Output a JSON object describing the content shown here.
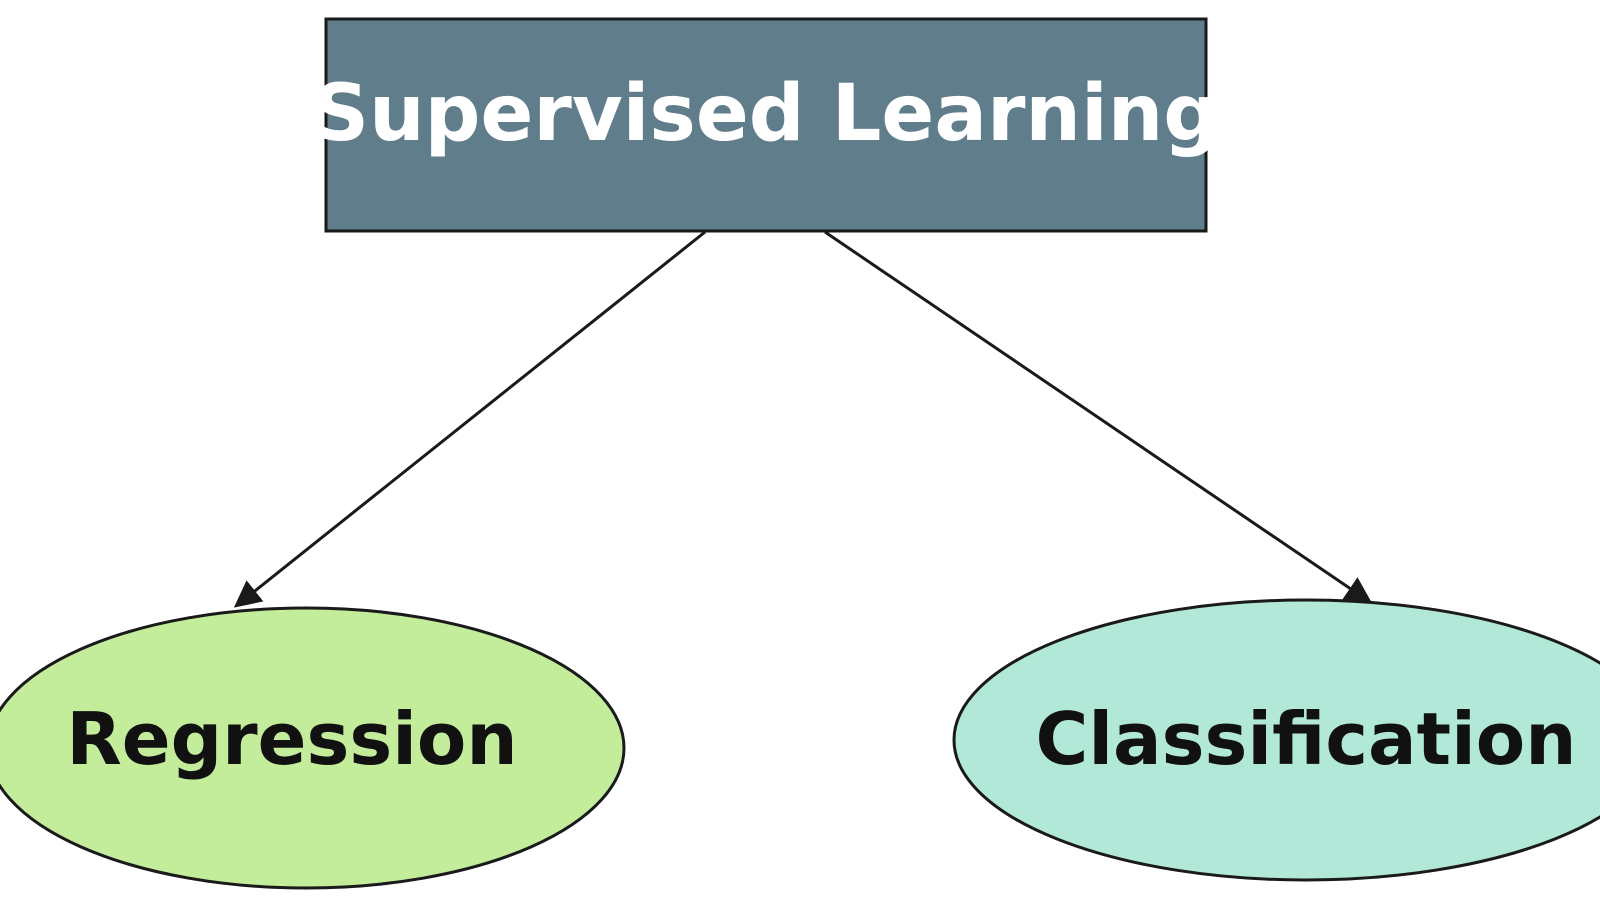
{
  "nodes": {
    "root": {
      "label": "Supervised Learning",
      "fill": "#607d8b",
      "text_color": "#ffffff"
    },
    "left": {
      "label": "Regression",
      "fill": "#c3ec9b",
      "text_color": "#111111"
    },
    "right": {
      "label": "Classification",
      "fill": "#b2e8d8",
      "text_color": "#111111"
    }
  },
  "edges": [
    {
      "from": "root",
      "to": "left"
    },
    {
      "from": "root",
      "to": "right"
    }
  ],
  "colors": {
    "stroke": "#1a1a1a"
  }
}
